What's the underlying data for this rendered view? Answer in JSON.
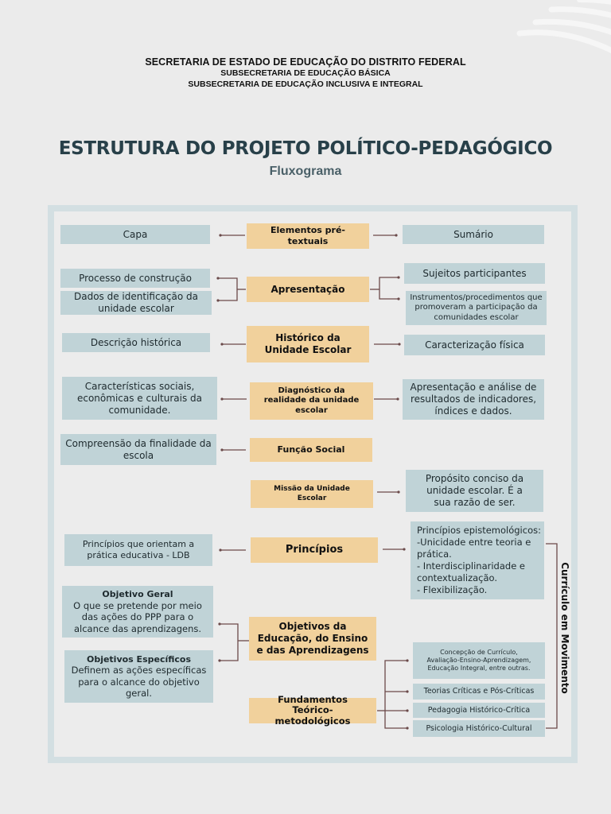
{
  "header": {
    "line1": "SECRETARIA DE ESTADO DE EDUCAÇÃO DO DISTRITO FEDERAL",
    "line2": "SUBSECRETARIA DE EDUCAÇÃO BÁSICA",
    "line3": "SUBSECRETARIA DE EDUCAÇÃO INCLUSIVA E INTEGRAL"
  },
  "title": "ESTRUTURA DO PROJETO POLÍTICO-PEDAGÓGICO",
  "subtitle": "Fluxograma",
  "colors": {
    "background": "#ebebeb",
    "frame": "#d3dfe2",
    "blue_box": "#c0d3d7",
    "tan_box": "#f1d19c",
    "connector": "#6b4a4a",
    "title": "#284049"
  },
  "nodes": {
    "pretextuais": {
      "center": "Elementos pré-textuais",
      "left": "Capa",
      "right": "Sumário"
    },
    "apresentacao": {
      "center": "Apresentação",
      "left": [
        "Processo de construção",
        "Dados de identificação da unidade escolar"
      ],
      "right": [
        "Sujeitos participantes",
        "Instrumentos/procedimentos que promoveram a participação da comunidades escolar"
      ]
    },
    "historico": {
      "center": "Histórico da Unidade Escolar",
      "left": "Descrição histórica",
      "right": "Caracterização física"
    },
    "diagnostico": {
      "center": "Diagnóstico da realidade da unidade escolar",
      "left": "Características sociais, econômicas e culturais da comunidade.",
      "right": "Apresentação e análise de resultados de indicadores, índices e dados."
    },
    "funcao_social": {
      "center": "Função Social",
      "left": "Compreensão da finalidade da escola"
    },
    "missao": {
      "center": "Missão da Unidade Escolar",
      "right": "Propósito conciso da unidade escolar. É a sua razão de ser."
    },
    "principios": {
      "center": "Princípios",
      "left": "Princípios que orientam a prática educativa - LDB",
      "right": "Princípios epistemológicos:\n-Unicidade entre teoria e prática.\n- Interdisciplinaridade e contextualização.\n- Flexibilização."
    },
    "objetivos": {
      "center": "Objetivos da Educação, do Ensino e das Aprendizagens",
      "left": [
        {
          "title": "Objetivo Geral",
          "text": "O que se pretende por meio das ações do PPP para o alcance das aprendizagens."
        },
        {
          "title": "Objetivos Específicos",
          "text": "Definem as ações específicas para o alcance do objetivo geral."
        }
      ]
    },
    "fundamentos": {
      "center": "Fundamentos Teórico-metodológicos",
      "right": [
        "Concepção de Currículo, Avaliação-Ensino-Aprendizagem, Educação Integral, entre outras.",
        "Teorias Críticas e Pós-Críticas",
        "Pedagogia Histórico-Crítica",
        "Psicologia Histórico-Cultural"
      ]
    }
  },
  "side_label": "Currículo em Movimento"
}
